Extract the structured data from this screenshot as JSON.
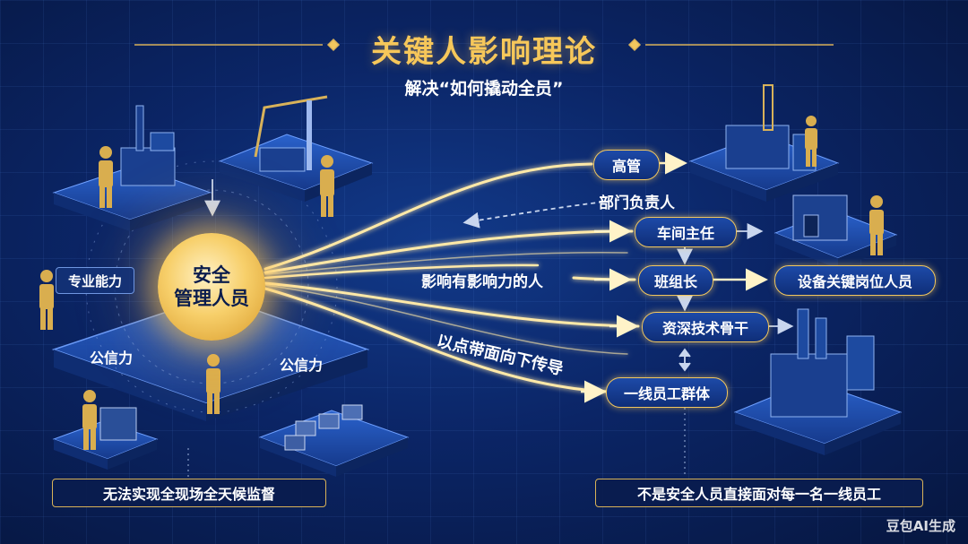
{
  "title": "关键人影响理论",
  "subtitle": "解决“如何撬动全员”",
  "core": {
    "line1": "安全",
    "line2": "管理人员"
  },
  "left_labels": {
    "professional": "专业能力",
    "credibility_left": "公信力",
    "credibility_right": "公信力"
  },
  "chain": {
    "top_mgmt": "高管",
    "dept_head": "部门负责人",
    "workshop": "车间主任",
    "team_leader": "班组长",
    "key_post": "设备关键岗位人员",
    "senior_tech": "资深技术骨干",
    "frontline": "一线员工群体"
  },
  "captions": {
    "influence": "影响有影响力的人",
    "spread": "以点带面向下传导"
  },
  "notes": {
    "left": "无法实现全现场全天候监督",
    "right": "不是安全人员直接面对每一名一线员工"
  },
  "watermark": "豆包AI生成",
  "colors": {
    "gold": "#f2c75e",
    "navy": "#0b2566",
    "platform": "#1f4fb0"
  }
}
